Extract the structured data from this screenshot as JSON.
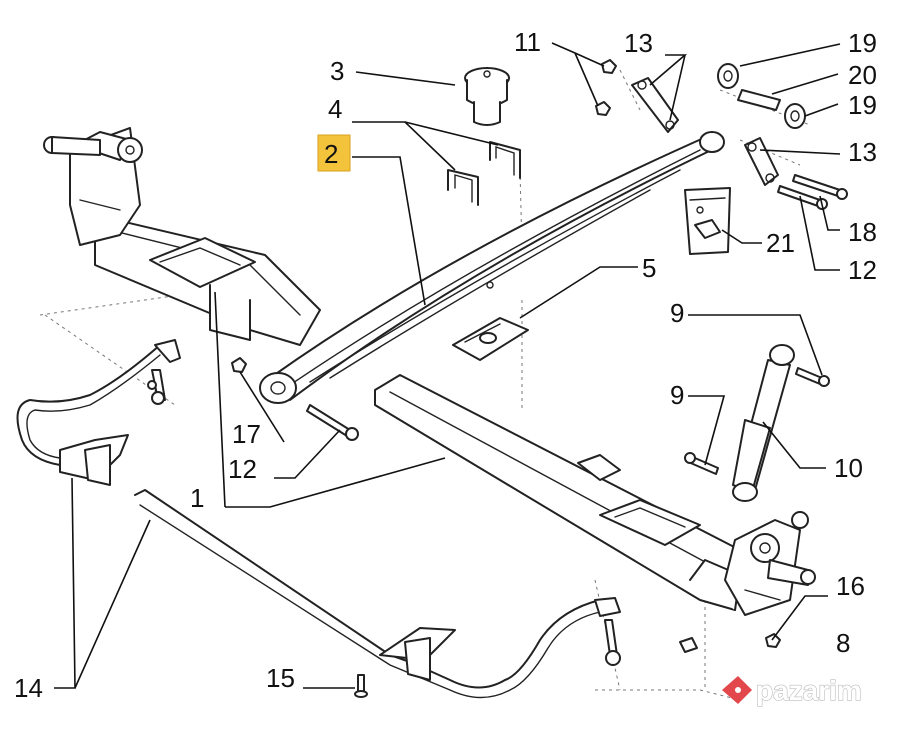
{
  "callouts": {
    "c1": "1",
    "c2": "2",
    "c3": "3",
    "c4": "4",
    "c5": "5",
    "c8": "8",
    "c9a": "9",
    "c9b": "9",
    "c10": "10",
    "c11": "11",
    "c12a": "12",
    "c12b": "12",
    "c13a": "13",
    "c13b": "13",
    "c14": "14",
    "c15": "15",
    "c16": "16",
    "c17": "17",
    "c18": "18",
    "c19a": "19",
    "c19b": "19",
    "c20": "20",
    "c21": "21"
  },
  "highlighted_callout": "2",
  "colors": {
    "highlight": "#f3c33c",
    "line": "#222222",
    "watermark_logo": "#e2474c"
  },
  "watermark": {
    "text": "pazarim"
  },
  "icons": [
    "pazarim-logo-icon"
  ]
}
